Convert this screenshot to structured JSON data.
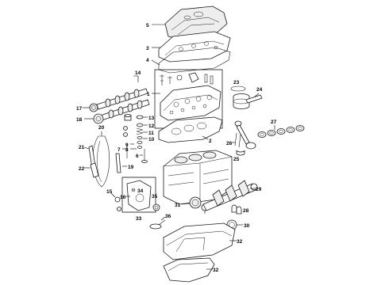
{
  "callouts": {
    "c1": "1",
    "c2": "2",
    "c3": "3",
    "c4": "4",
    "c5": "5",
    "c6": "6",
    "c7": "7",
    "c8": "8",
    "c9": "9",
    "c10": "10",
    "c11": "11",
    "c12": "12",
    "c13": "13",
    "c14": "14",
    "c15": "15",
    "c16": "16",
    "c17": "17",
    "c18": "18",
    "c19": "19",
    "c20": "20",
    "c21": "21",
    "c22": "22",
    "c23": "23",
    "c24": "24",
    "c25": "25",
    "c26": "26",
    "c27": "27",
    "c28": "28",
    "c29": "29",
    "c30": "30",
    "c31": "31",
    "c32a": "32",
    "c32b": "32",
    "c33": "33",
    "c34": "34",
    "c35": "35",
    "c36": "36"
  }
}
